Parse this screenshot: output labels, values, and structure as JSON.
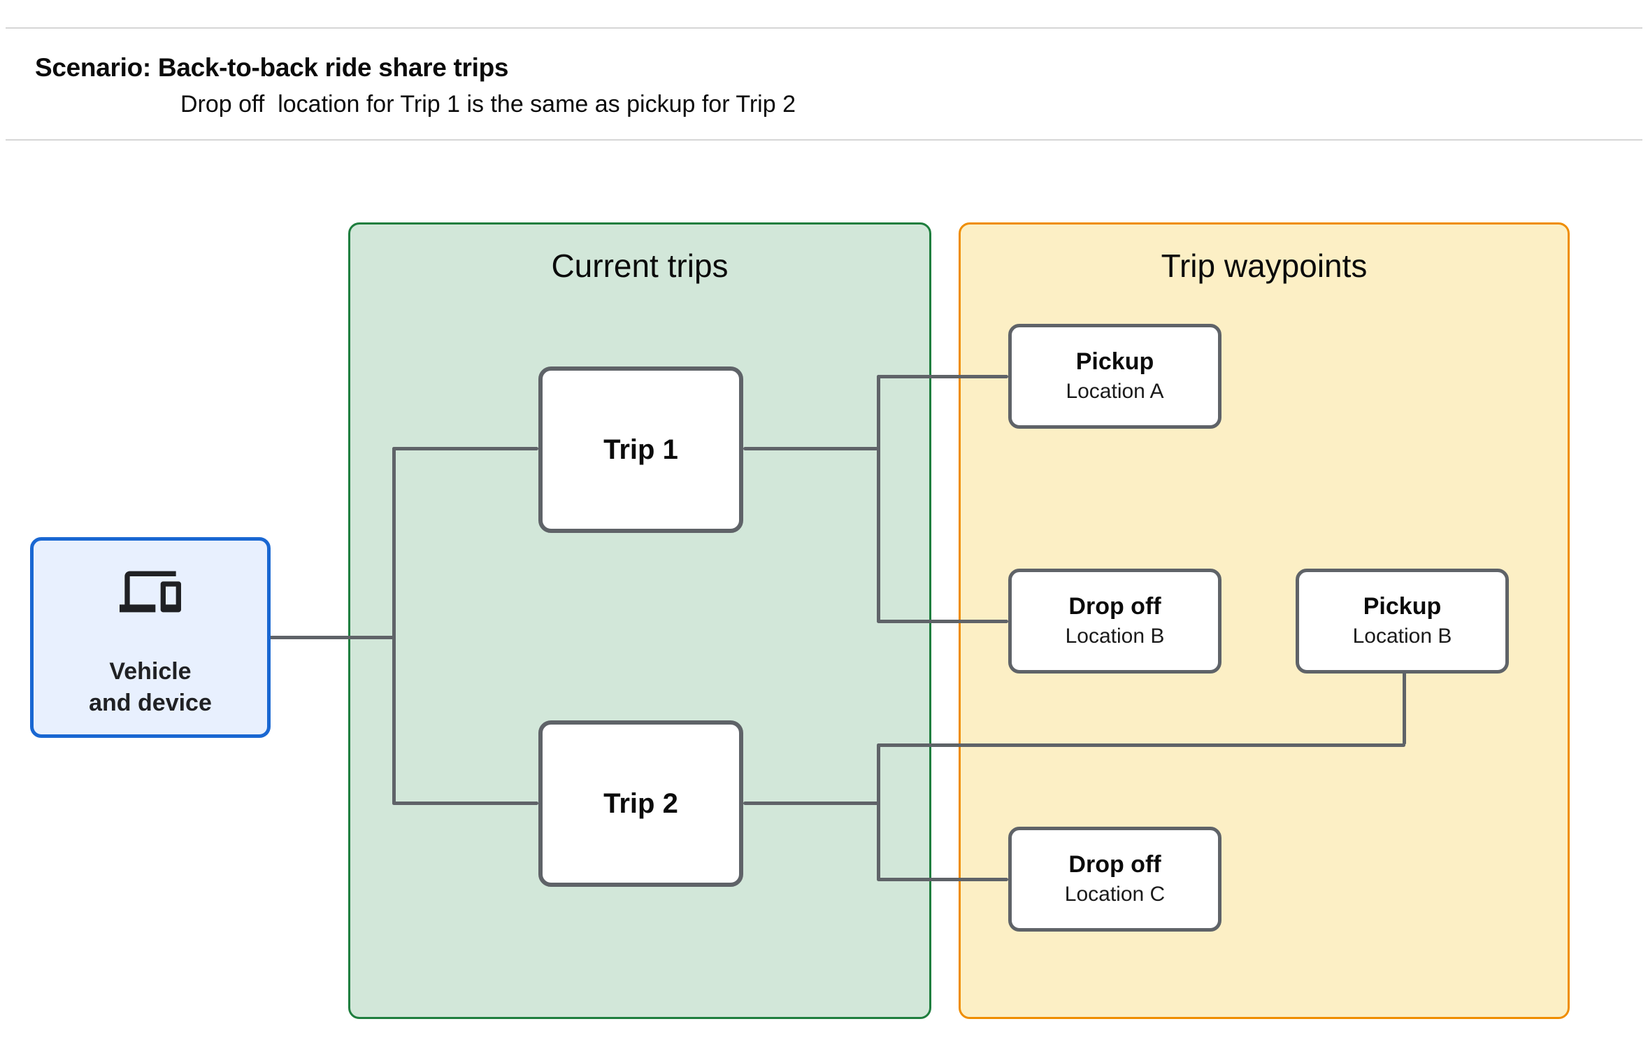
{
  "header": {
    "title": "Scenario: Back-to-back ride share trips",
    "subtitle": "Drop off  location for Trip 1 is the same as pickup for Trip 2"
  },
  "vehicle": {
    "line1": "Vehicle",
    "line2": "and device",
    "icon": "devices-icon"
  },
  "panels": {
    "current_trips": {
      "title": "Current trips",
      "fill": "#d2e7d9",
      "border": "#1e7e3e"
    },
    "trip_waypoints": {
      "title": "Trip waypoints",
      "fill": "#fcefc5",
      "border": "#ef8d00"
    }
  },
  "trips": [
    {
      "label": "Trip 1"
    },
    {
      "label": "Trip 2"
    }
  ],
  "waypoints": [
    {
      "title": "Pickup",
      "subtitle": "Location A"
    },
    {
      "title": "Drop off",
      "subtitle": "Location B"
    },
    {
      "title": "Pickup",
      "subtitle": "Location B"
    },
    {
      "title": "Drop off",
      "subtitle": "Location C"
    }
  ],
  "colors": {
    "connector": "#5f6368",
    "node_border": "#5f6368",
    "vehicle_fill": "#e8f0fe",
    "vehicle_border": "#1967d2",
    "icon": "#202124",
    "separator": "#d6d6d6"
  }
}
